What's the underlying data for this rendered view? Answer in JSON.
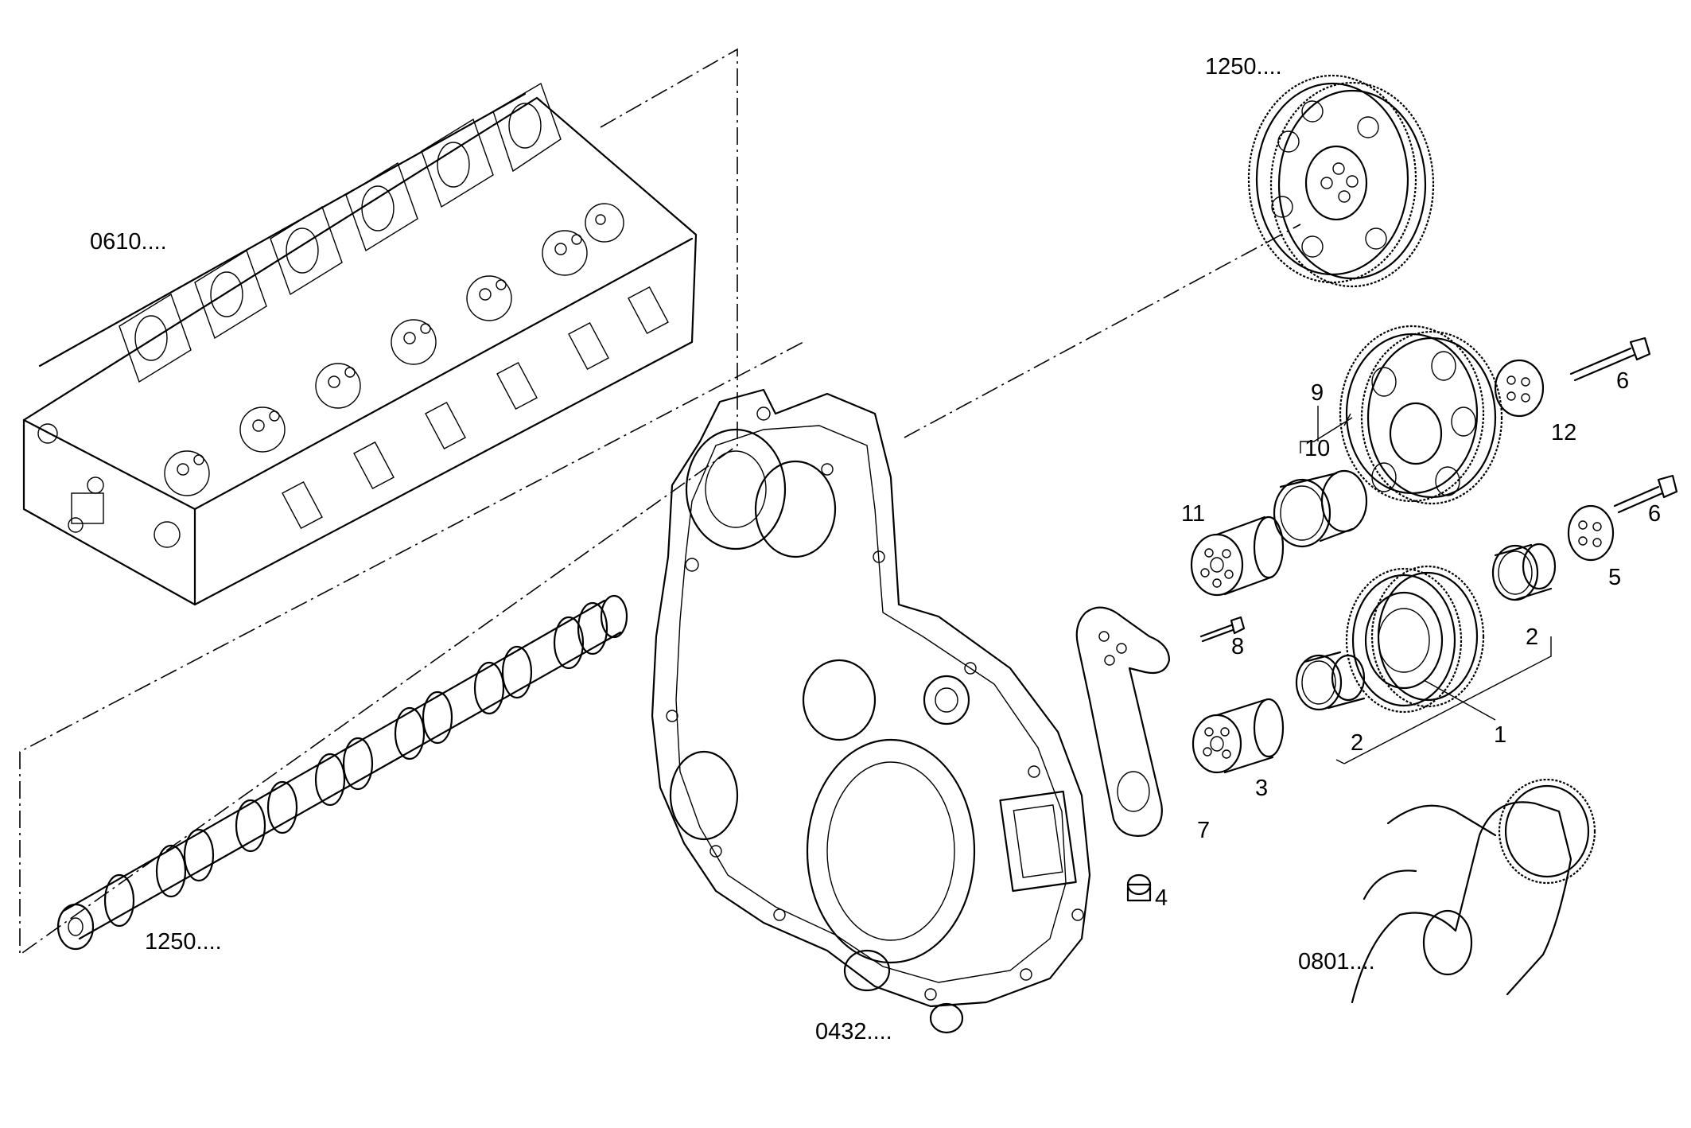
{
  "diagram": {
    "reference_labels": {
      "cylinder_head": "0610....",
      "camshaft": "1250....",
      "top_gear": "1250....",
      "timing_cover": "0432....",
      "crankshaft": "0801...."
    },
    "callouts": {
      "c1": "1",
      "c2a": "2",
      "c2b": "2",
      "c3": "3",
      "c4": "4",
      "c5": "5",
      "c6a": "6",
      "c6b": "6",
      "c7": "7",
      "c8": "8",
      "c9": "9",
      "c10": "10",
      "c11": "11",
      "c12": "12"
    }
  }
}
